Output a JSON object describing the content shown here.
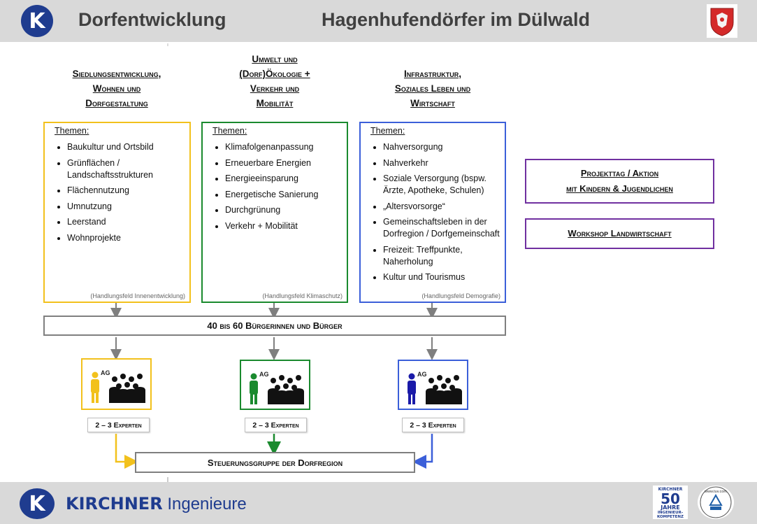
{
  "header": {
    "logo_letter": "K",
    "title_left": "Dorfentwicklung",
    "title_right": "Hagenhufendörfer im Dülwald"
  },
  "columns": [
    {
      "heading_lines": [
        "Siedlungsentwicklung,",
        "Wohnen und",
        "Dorfgestaltung"
      ],
      "color": "#f2c11c",
      "themen_label": "Themen:",
      "items": [
        "Baukultur und Ortsbild",
        "Grünflächen / Landschaftsstrukturen",
        "Flächennutzung",
        "Umnutzung",
        "Leerstand",
        "Wohnprojekte"
      ],
      "footnote": "(Handlungsfeld Innenentwicklung)",
      "figure_color": "#f2c11c"
    },
    {
      "heading_lines": [
        "Umwelt und",
        "(Dorf)Ökologie +",
        "Verkehr und",
        "Mobilität"
      ],
      "color": "#1a8a2e",
      "themen_label": "Themen:",
      "items": [
        "Klimafolgenanpassung",
        "Erneuerbare Energien",
        "Energieeinsparung",
        "Energetische Sanierung",
        "Durchgrünung",
        "Verkehr + Mobilität"
      ],
      "footnote": "(Handlungsfeld Klimaschutz)",
      "figure_color": "#1a8a2e"
    },
    {
      "heading_lines": [
        "Infrastruktur,",
        "Soziales Leben und",
        "Wirtschaft"
      ],
      "color": "#3b5fd9",
      "themen_label": "Themen:",
      "items": [
        "Nahversorgung",
        "Nahverkehr",
        "Soziale Versorgung (bspw. Ärzte, Apotheke, Schulen)",
        "„Altersvorsorge“",
        "Gemeinschaftsleben in der Dorfregion / Dorfgemeinschaft",
        "Freizeit: Treffpunkte, Naherholung",
        "Kultur und Tourismus"
      ],
      "footnote": "(Handlungsfeld Demografie)",
      "figure_color": "#1a1aa8"
    }
  ],
  "side_boxes": [
    {
      "lines": [
        "Projekttag / Aktion",
        "mit Kindern & Jugendlichen"
      ]
    },
    {
      "lines": [
        "Workshop Landwirtschaft"
      ]
    }
  ],
  "citizens_bar": "40 bis 60 Bürgerinnen und Bürger",
  "ag_label": "AG",
  "experts_label": "2 – 3 Experten",
  "steering_bar": "Steuerungsgruppe der Dorfregion",
  "footer": {
    "logo_letter": "K",
    "company_bold": "KIRCHNER",
    "company_rest": " Ingenieure",
    "badge_50": "50",
    "badge_lines": [
      "KIRCHNER",
      "JAHRE",
      "INGENIEUR-",
      "KOMPETENZ"
    ],
    "tuv_text": "www.tuv.com"
  },
  "colors": {
    "header_bg": "#d9d9d9",
    "brand_blue": "#1f3c8f",
    "purple": "#7030a0",
    "gray_connector": "#7f7f7f"
  }
}
